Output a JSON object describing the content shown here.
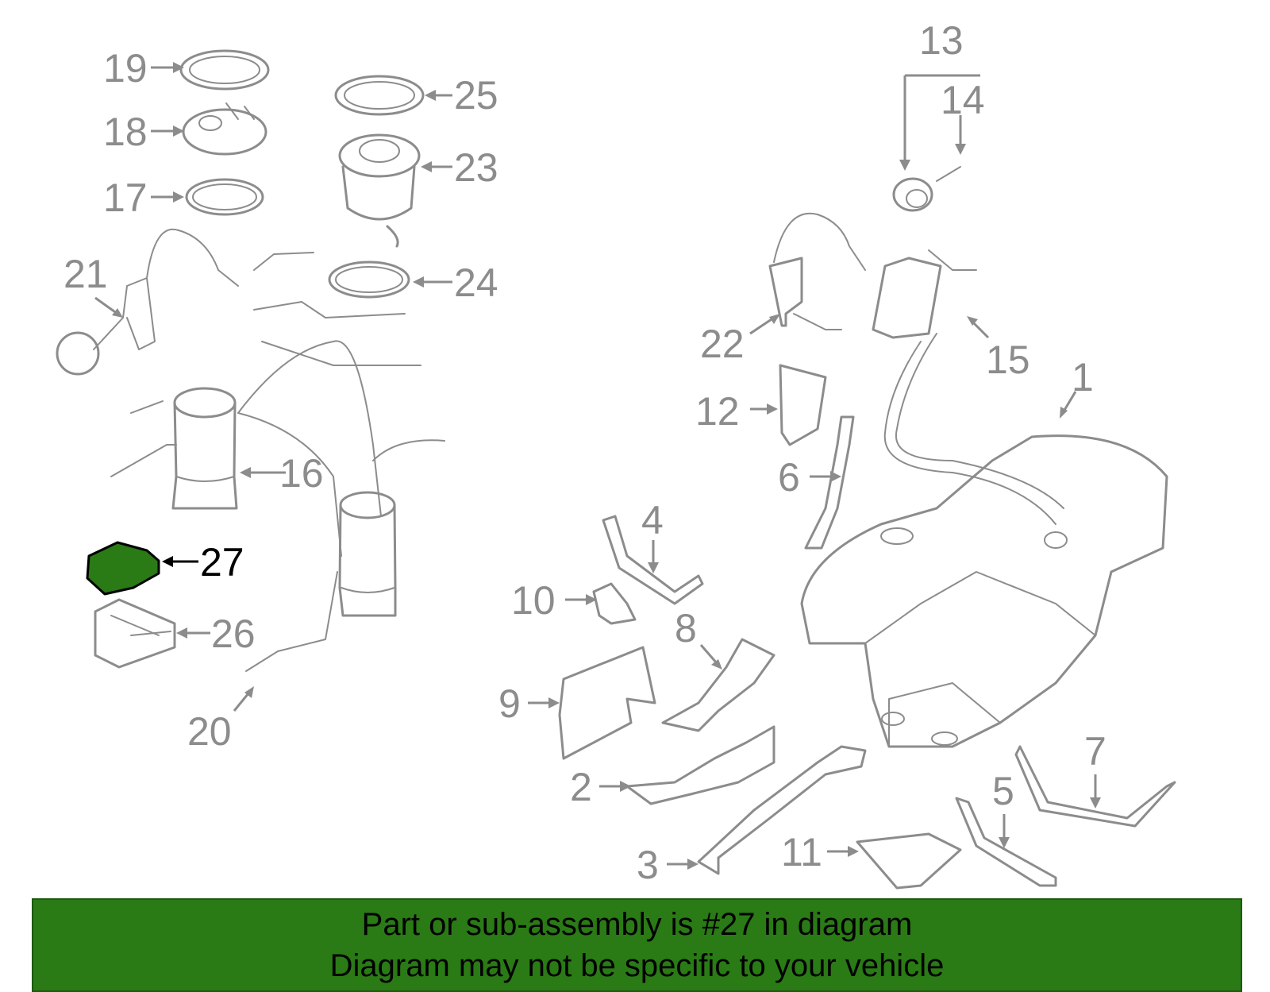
{
  "highlight_color": "#2a7a16",
  "line_color": "#8c8c8c",
  "callouts": [
    {
      "id": "1",
      "label": "1"
    },
    {
      "id": "2",
      "label": "2"
    },
    {
      "id": "3",
      "label": "3"
    },
    {
      "id": "4",
      "label": "4"
    },
    {
      "id": "5",
      "label": "5"
    },
    {
      "id": "6",
      "label": "6"
    },
    {
      "id": "7",
      "label": "7"
    },
    {
      "id": "8",
      "label": "8"
    },
    {
      "id": "9",
      "label": "9"
    },
    {
      "id": "10",
      "label": "10"
    },
    {
      "id": "11",
      "label": "11"
    },
    {
      "id": "12",
      "label": "12"
    },
    {
      "id": "13",
      "label": "13"
    },
    {
      "id": "14",
      "label": "14"
    },
    {
      "id": "15",
      "label": "15"
    },
    {
      "id": "16",
      "label": "16"
    },
    {
      "id": "17",
      "label": "17"
    },
    {
      "id": "18",
      "label": "18"
    },
    {
      "id": "19",
      "label": "19"
    },
    {
      "id": "20",
      "label": "20"
    },
    {
      "id": "21",
      "label": "21"
    },
    {
      "id": "22",
      "label": "22"
    },
    {
      "id": "23",
      "label": "23"
    },
    {
      "id": "24",
      "label": "24"
    },
    {
      "id": "25",
      "label": "25"
    },
    {
      "id": "26",
      "label": "26"
    },
    {
      "id": "27",
      "label": "27",
      "highlighted": true
    }
  ],
  "banner": {
    "line1": "Part or sub-assembly is #27 in diagram",
    "line2": "Diagram may not be specific to your vehicle"
  }
}
